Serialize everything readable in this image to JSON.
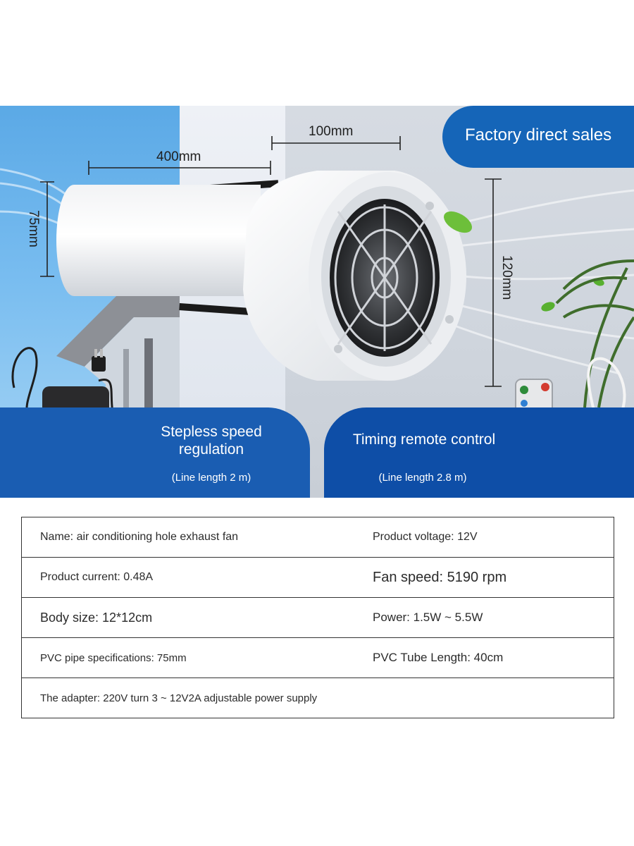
{
  "dimensions": {
    "length_pipe": "400mm",
    "length_head": "100mm",
    "diameter_pipe": "75mm",
    "diameter_head": "120mm"
  },
  "badge_top": "Factory direct sales",
  "card_left": {
    "title_line1": "Stepless speed",
    "title_line2": "regulation",
    "subtitle": "(Line length 2 m)"
  },
  "card_right": {
    "title": "Timing remote control",
    "subtitle": "(Line length 2.8 m)"
  },
  "specs": [
    {
      "left": "Name: air conditioning hole exhaust fan",
      "right": "Product voltage: 12V"
    },
    {
      "left": "Product current: 0.48A",
      "right": "Fan speed: 5190 rpm"
    },
    {
      "left": "Body size: 12*12cm",
      "right": "Power: 1.5W ~ 5.5W"
    },
    {
      "left": "PVC pipe specifications: 75mm",
      "right": "PVC Tube Length: 40cm"
    },
    {
      "left": "The adapter: 220V turn 3 ~ 12V2A adjustable power supply",
      "right": ""
    }
  ],
  "colors": {
    "brand_blue": "#1565b8",
    "card_blue_left": "#1a5db2",
    "card_blue_right": "#0e4ea7"
  }
}
